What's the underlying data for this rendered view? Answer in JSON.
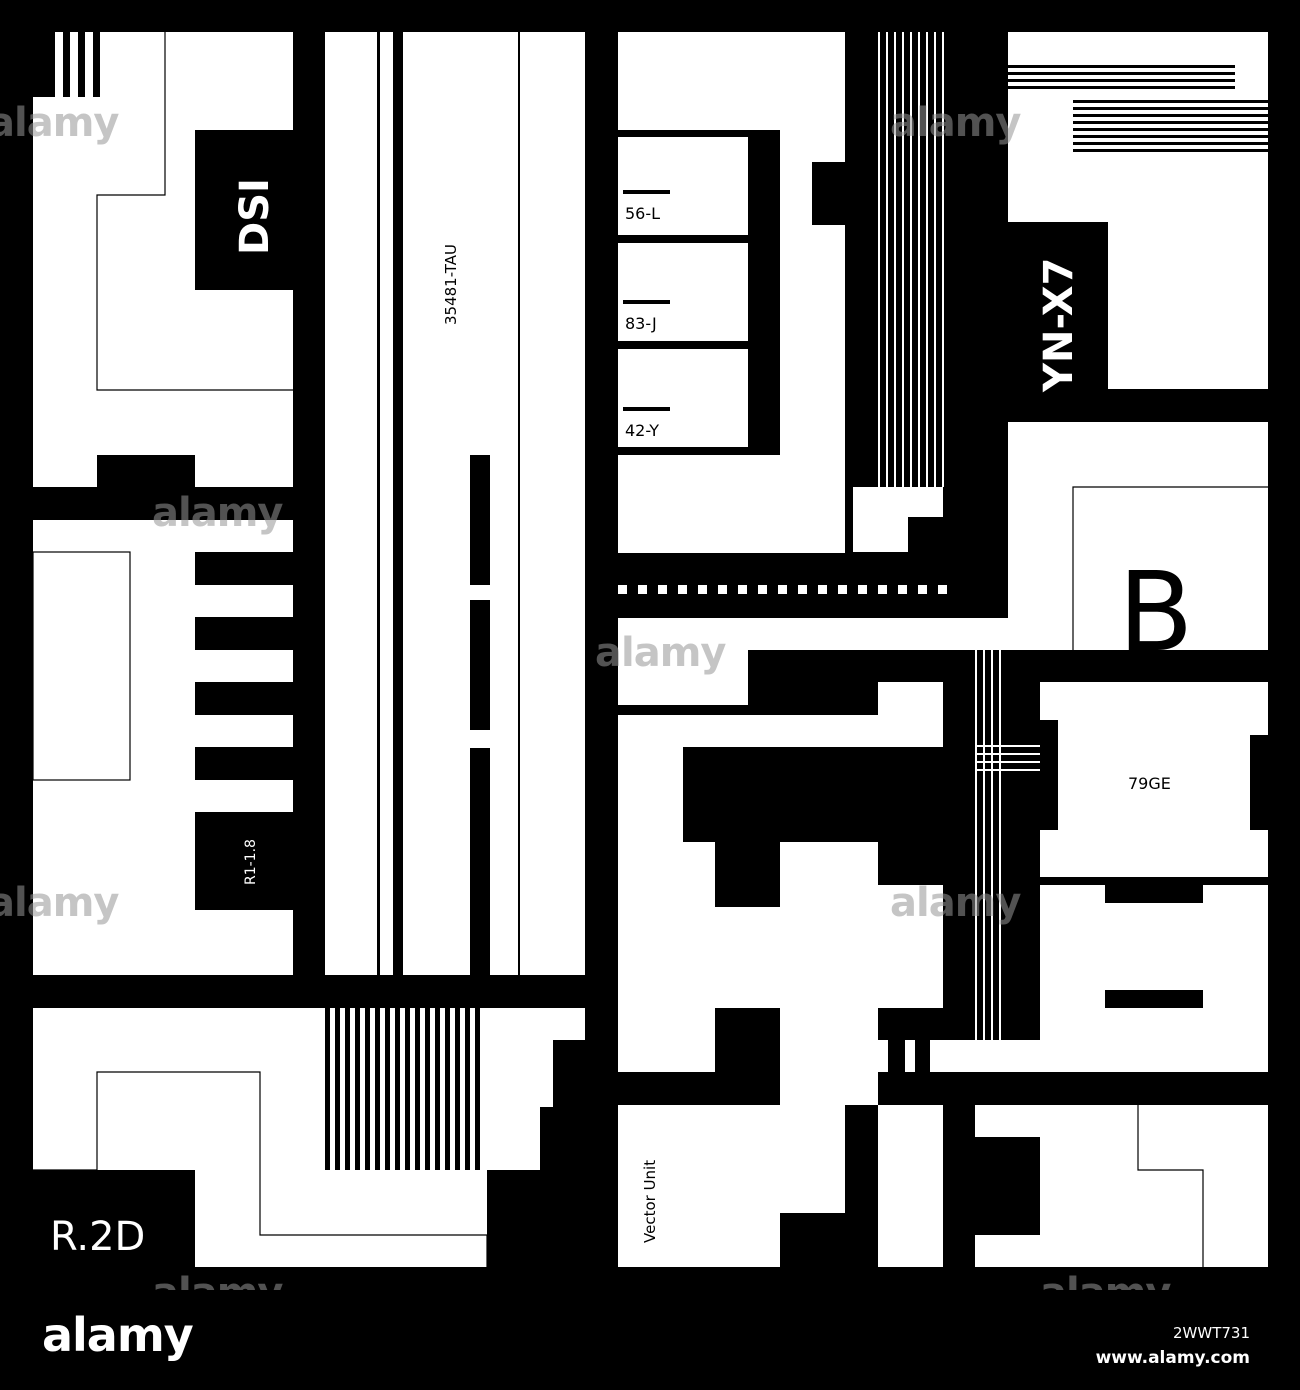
{
  "labels": {
    "dsi": "DSI",
    "tau": "35481-TAU",
    "l56": "56-L",
    "j83": "83-J",
    "y42": "42-Y",
    "ynx7": "YN-X7",
    "b": "B",
    "r18": "R1-1.8",
    "ge79": "79GE",
    "r2d": "R.2D",
    "vector": "Vector Unit"
  },
  "watermark": {
    "brand": "alamy",
    "image_id": "2WWT731",
    "site": "www.alamy.com"
  },
  "colors": {
    "background": "#000000",
    "panel": "#ffffff",
    "watermark": "#9a9a9a"
  }
}
